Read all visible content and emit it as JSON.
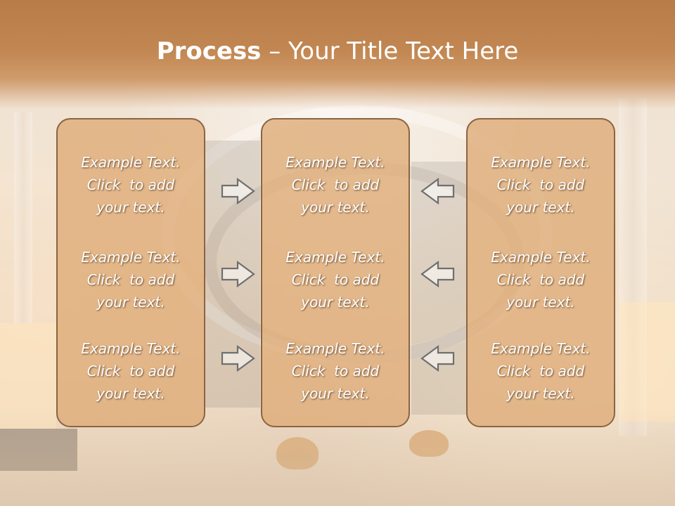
{
  "title": {
    "bold": "Process",
    "rest": " – Your Title Text Here"
  },
  "panels": [
    {
      "items": [
        {
          "lines": [
            "Example Text.",
            "Click  to add",
            "your text."
          ]
        },
        {
          "lines": [
            "Example Text.",
            "Click  to add",
            "your text."
          ]
        },
        {
          "lines": [
            "Example Text.",
            "Click  to add",
            "your text."
          ]
        }
      ]
    },
    {
      "items": [
        {
          "lines": [
            "Example Text.",
            "Click  to add",
            "your text."
          ]
        },
        {
          "lines": [
            "Example Text.",
            "Click  to add",
            "your text."
          ]
        },
        {
          "lines": [
            "Example Text.",
            "Click  to add",
            "your text."
          ]
        }
      ]
    },
    {
      "items": [
        {
          "lines": [
            "Example Text.",
            "Click  to add",
            "your text."
          ]
        },
        {
          "lines": [
            "Example Text.",
            "Click  to add",
            "your text."
          ]
        },
        {
          "lines": [
            "Example Text.",
            "Click  to add",
            "your text."
          ]
        }
      ]
    }
  ],
  "arrows": {
    "left_column": "arrow-right-icon",
    "right_column": "arrow-left-icon"
  },
  "colors": {
    "title_band": "#c18651",
    "panel_fill": "#deaa76",
    "panel_border": "#8b6442",
    "text": "#ffffff"
  }
}
